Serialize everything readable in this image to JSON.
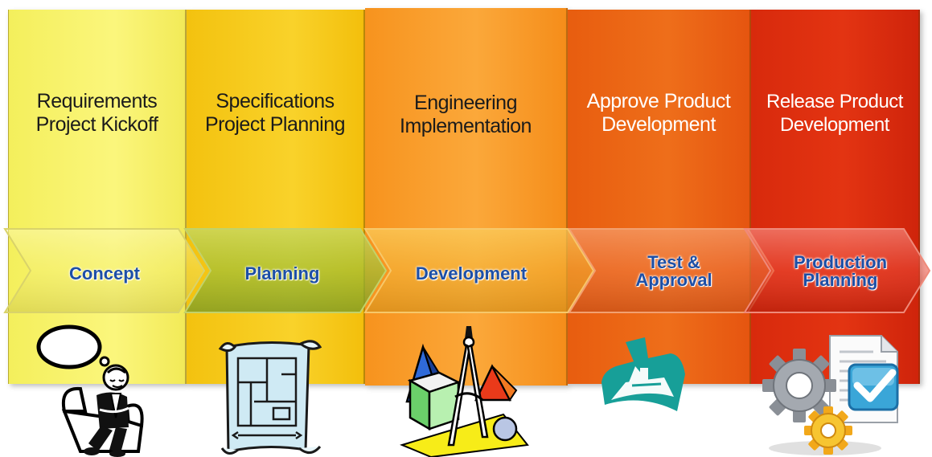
{
  "stages": [
    {
      "title": "Requirements\nProject Kickoff",
      "phase": "Concept",
      "icon": "daydreaming-man-icon"
    },
    {
      "title": "Specifications\nProject Planning",
      "phase": "Planning",
      "icon": "blueprint-icon"
    },
    {
      "title": "Engineering\nImplementation",
      "phase": "Development",
      "icon": "geometry-tools-icon"
    },
    {
      "title": "Approve Product\nDevelopment",
      "phase": "Test &\nApproval",
      "icon": "approval-stamp-icon"
    },
    {
      "title": "Release Product\nDevelopment",
      "phase": "Production\nPlanning",
      "icon": "gears-checklist-icon"
    }
  ],
  "colors": {
    "concept": "#f7f26a",
    "planning": "#f6c81c",
    "development": "#f99b29",
    "test": "#ea6414",
    "production": "#dc2c0e",
    "phase_text": "#1d4fa6"
  }
}
